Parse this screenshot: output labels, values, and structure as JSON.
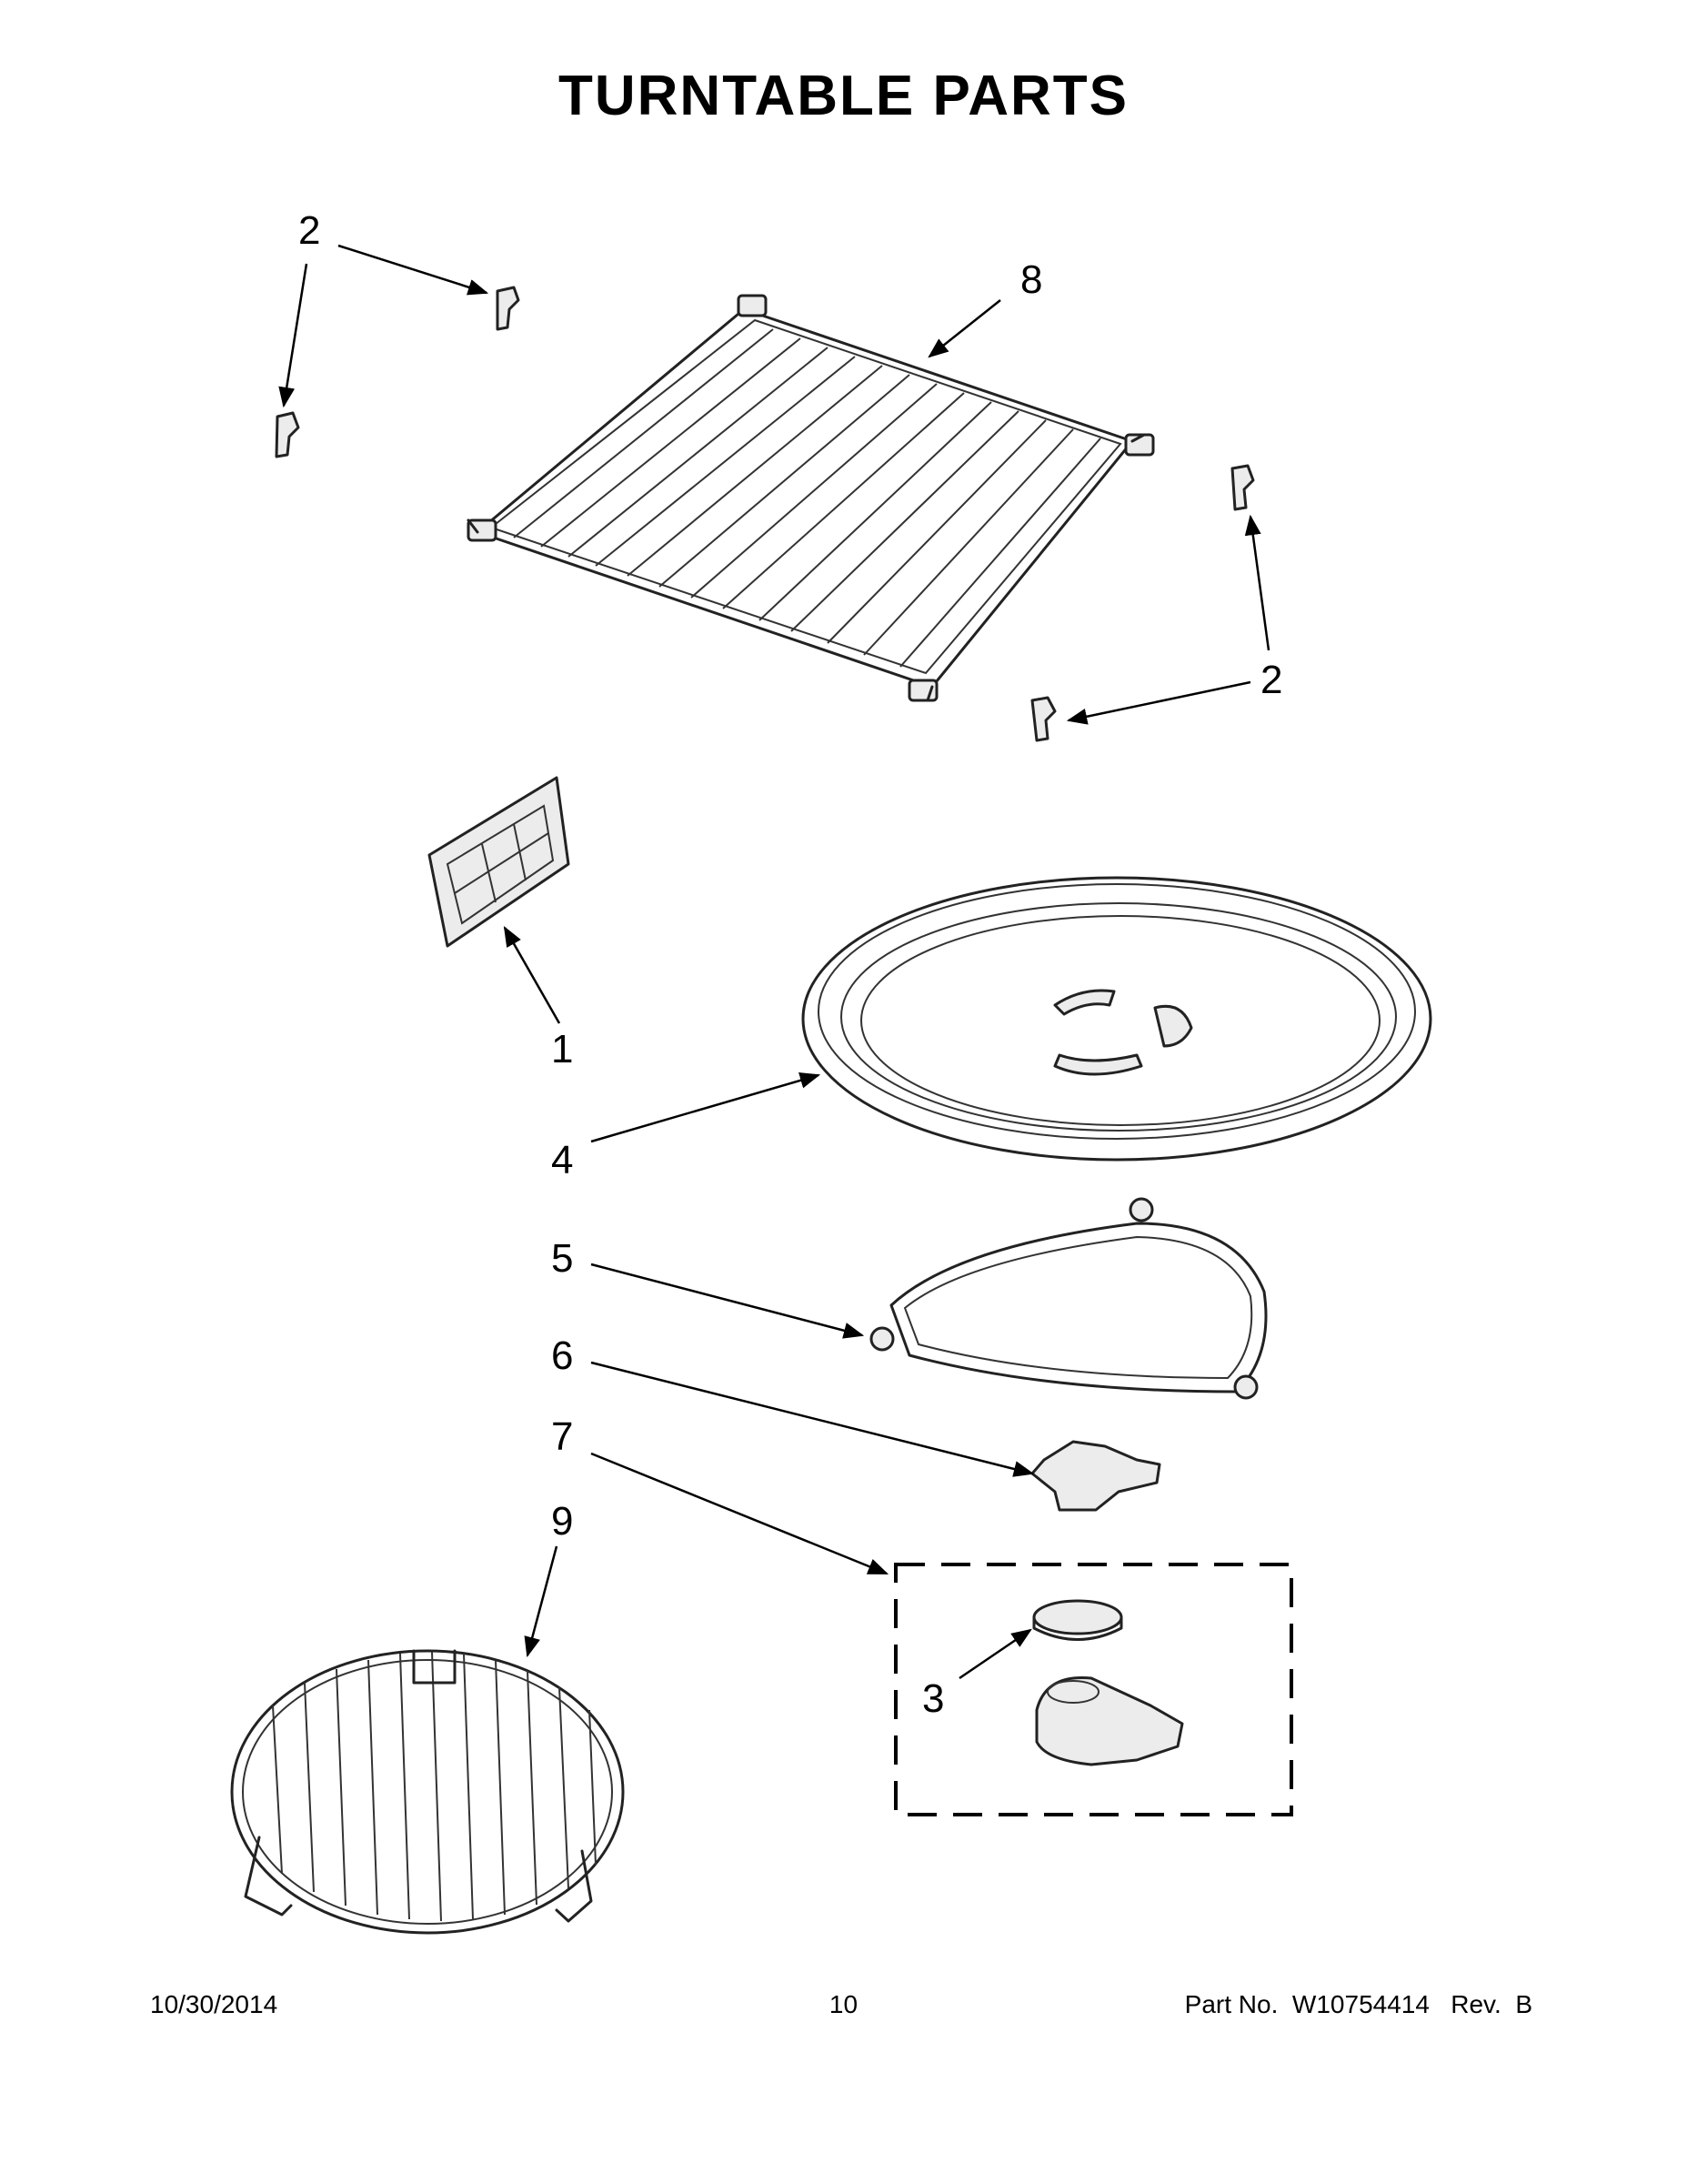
{
  "page": {
    "title": "TURNTABLE PARTS"
  },
  "callouts": {
    "c1": "1",
    "c2a": "2",
    "c2b": "2",
    "c3": "3",
    "c4": "4",
    "c5": "5",
    "c6": "6",
    "c7": "7",
    "c8": "8",
    "c9": "9"
  },
  "footer": {
    "date": "10/30/2014",
    "page_number": "10",
    "part_number": "Part No.  W10754414   Rev.  B"
  }
}
